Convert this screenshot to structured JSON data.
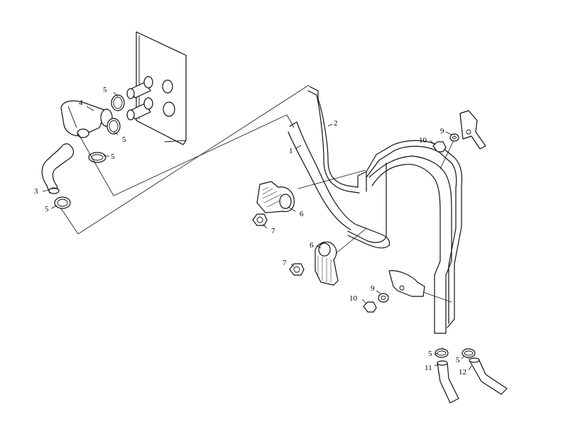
{
  "diagram": {
    "callouts": [
      {
        "id": "c1",
        "text": "1"
      },
      {
        "id": "c2",
        "text": "2"
      },
      {
        "id": "c3",
        "text": "3"
      },
      {
        "id": "c4",
        "text": "4"
      },
      {
        "id": "c5a",
        "text": "5"
      },
      {
        "id": "c5b",
        "text": "5"
      },
      {
        "id": "c5c",
        "text": "5"
      },
      {
        "id": "c5d",
        "text": "5"
      },
      {
        "id": "c5e",
        "text": "5"
      },
      {
        "id": "c5f",
        "text": "5"
      },
      {
        "id": "c6a",
        "text": "6"
      },
      {
        "id": "c6b",
        "text": "6"
      },
      {
        "id": "c7a",
        "text": "7"
      },
      {
        "id": "c7b",
        "text": "7"
      },
      {
        "id": "c9a",
        "text": "9"
      },
      {
        "id": "c9b",
        "text": "9"
      },
      {
        "id": "c10a",
        "text": "10"
      },
      {
        "id": "c10b",
        "text": "10"
      },
      {
        "id": "c11",
        "text": "11"
      },
      {
        "id": "c12",
        "text": "12"
      }
    ]
  }
}
